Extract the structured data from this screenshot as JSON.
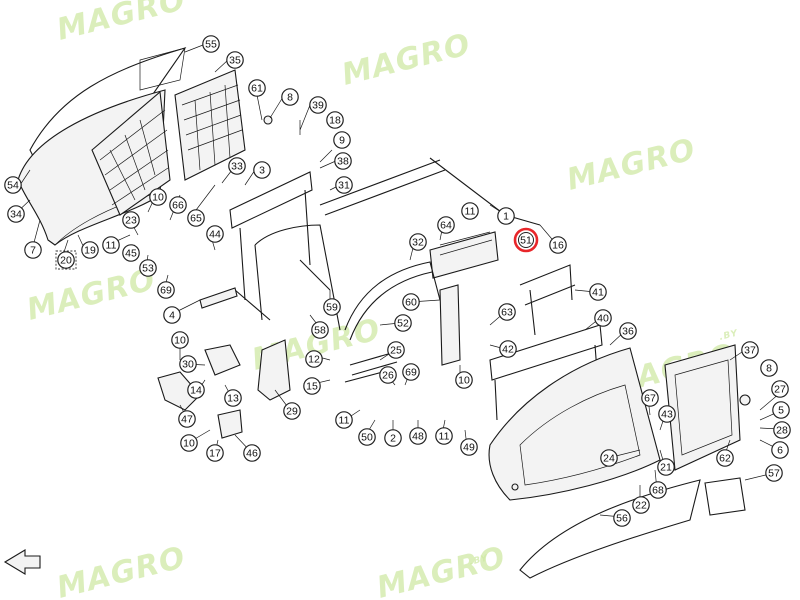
{
  "watermark": {
    "text": "MAGRO",
    "suffix": ".BY"
  },
  "colors": {
    "highlight": "#e8262a",
    "watermark": "#cfe9a5",
    "line": "#1a1a1a"
  },
  "selected_callout": "51",
  "nav": {
    "icon": "arrow-outline-icon"
  },
  "callouts": [
    {
      "label": "55",
      "dashed": false
    },
    {
      "label": "35",
      "dashed": false
    },
    {
      "label": "61",
      "dashed": false
    },
    {
      "label": "8",
      "dashed": false
    },
    {
      "label": "39",
      "dashed": false
    },
    {
      "label": "18",
      "dashed": false
    },
    {
      "label": "9",
      "dashed": false
    },
    {
      "label": "38",
      "dashed": false
    },
    {
      "label": "33",
      "dashed": false
    },
    {
      "label": "3",
      "dashed": false
    },
    {
      "label": "31",
      "dashed": false
    },
    {
      "label": "54",
      "dashed": false
    },
    {
      "label": "34",
      "dashed": false
    },
    {
      "label": "10",
      "dashed": false
    },
    {
      "label": "23",
      "dashed": false
    },
    {
      "label": "66",
      "dashed": false
    },
    {
      "label": "65",
      "dashed": false
    },
    {
      "label": "7",
      "dashed": false
    },
    {
      "label": "19",
      "dashed": false
    },
    {
      "label": "20",
      "dashed": true
    },
    {
      "label": "11",
      "dashed": false
    },
    {
      "label": "45",
      "dashed": false
    },
    {
      "label": "53",
      "dashed": false
    },
    {
      "label": "44",
      "dashed": false
    },
    {
      "label": "69",
      "dashed": false
    },
    {
      "label": "4",
      "dashed": false
    },
    {
      "label": "11",
      "dashed": false
    },
    {
      "label": "1",
      "dashed": false
    },
    {
      "label": "51",
      "dashed": false
    },
    {
      "label": "16",
      "dashed": false
    },
    {
      "label": "64",
      "dashed": false
    },
    {
      "label": "32",
      "dashed": false
    },
    {
      "label": "59",
      "dashed": false
    },
    {
      "label": "41",
      "dashed": false
    },
    {
      "label": "58",
      "dashed": false
    },
    {
      "label": "52",
      "dashed": false
    },
    {
      "label": "60",
      "dashed": false
    },
    {
      "label": "63",
      "dashed": false
    },
    {
      "label": "40",
      "dashed": false
    },
    {
      "label": "42",
      "dashed": false
    },
    {
      "label": "36",
      "dashed": false
    },
    {
      "label": "10",
      "dashed": false
    },
    {
      "label": "30",
      "dashed": false
    },
    {
      "label": "12",
      "dashed": false
    },
    {
      "label": "25",
      "dashed": false
    },
    {
      "label": "14",
      "dashed": false
    },
    {
      "label": "13",
      "dashed": false
    },
    {
      "label": "15",
      "dashed": false
    },
    {
      "label": "26",
      "dashed": false
    },
    {
      "label": "69",
      "dashed": false
    },
    {
      "label": "10",
      "dashed": false
    },
    {
      "label": "37",
      "dashed": false
    },
    {
      "label": "8",
      "dashed": false
    },
    {
      "label": "27",
      "dashed": false
    },
    {
      "label": "47",
      "dashed": false
    },
    {
      "label": "29",
      "dashed": false
    },
    {
      "label": "11",
      "dashed": false
    },
    {
      "label": "50",
      "dashed": false
    },
    {
      "label": "2",
      "dashed": false
    },
    {
      "label": "48",
      "dashed": false
    },
    {
      "label": "11",
      "dashed": false
    },
    {
      "label": "67",
      "dashed": false
    },
    {
      "label": "43",
      "dashed": false
    },
    {
      "label": "5",
      "dashed": false
    },
    {
      "label": "28",
      "dashed": false
    },
    {
      "label": "6",
      "dashed": false
    },
    {
      "label": "10",
      "dashed": false
    },
    {
      "label": "17",
      "dashed": false
    },
    {
      "label": "46",
      "dashed": false
    },
    {
      "label": "49",
      "dashed": false
    },
    {
      "label": "24",
      "dashed": false
    },
    {
      "label": "21",
      "dashed": false
    },
    {
      "label": "62",
      "dashed": false
    },
    {
      "label": "68",
      "dashed": false
    },
    {
      "label": "22",
      "dashed": false
    },
    {
      "label": "57",
      "dashed": false
    },
    {
      "label": "56",
      "dashed": false
    }
  ]
}
